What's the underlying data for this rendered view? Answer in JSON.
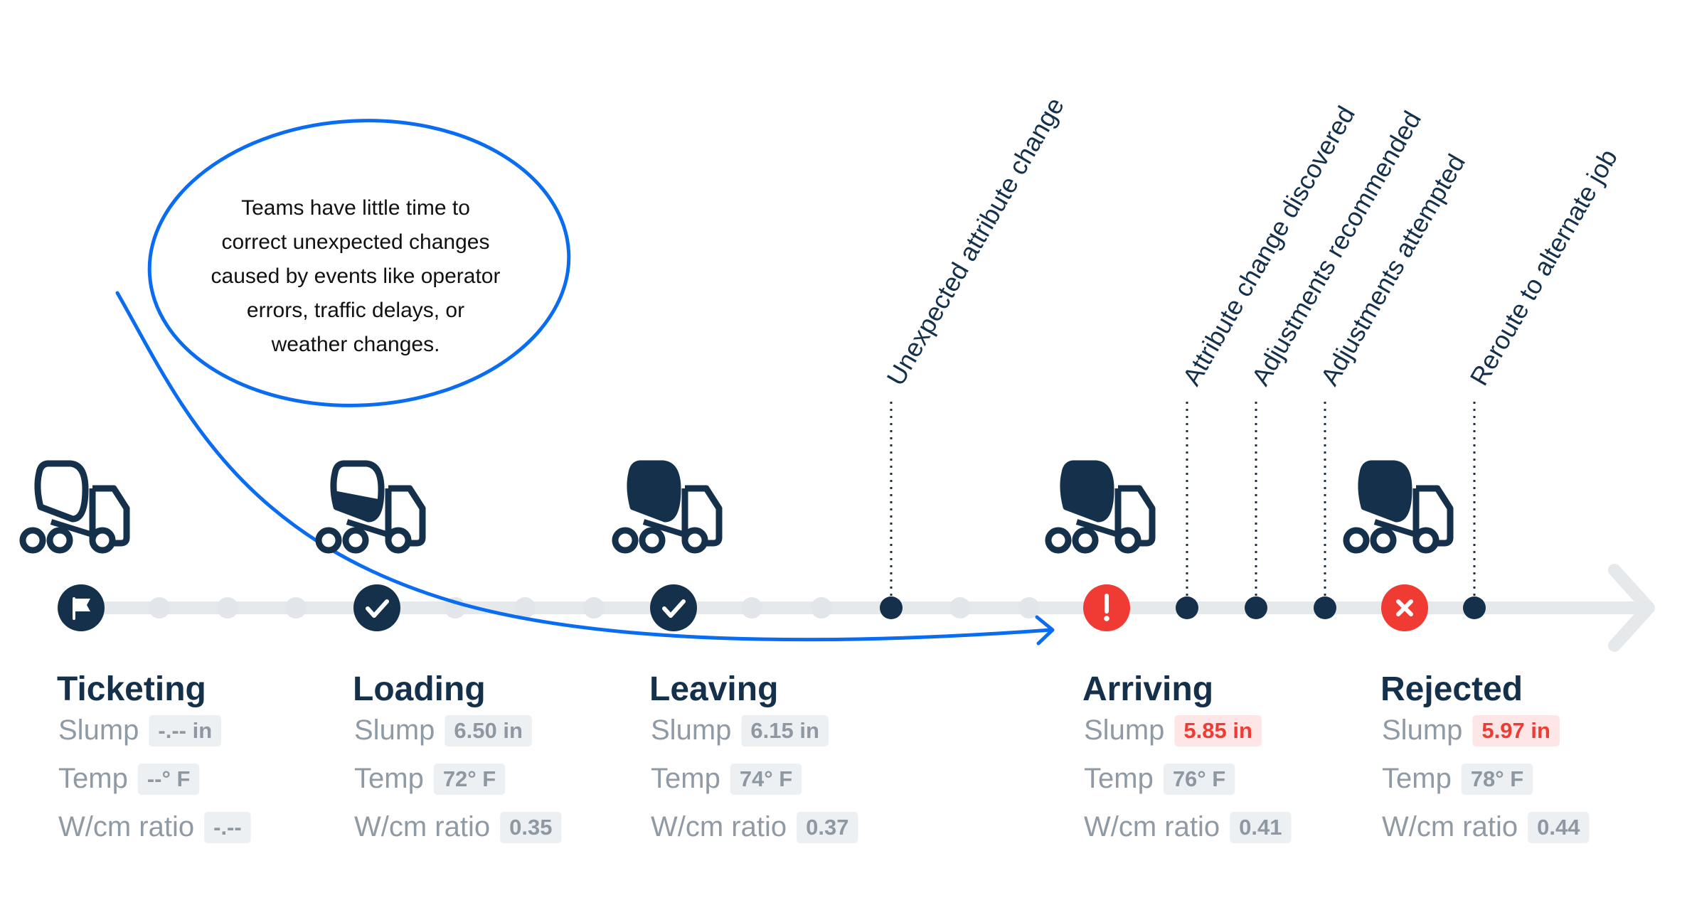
{
  "colors": {
    "navy": "#14304a",
    "track": "#e6e9ec",
    "dot": "#e2e6ea",
    "accent_blue": "#0a6cf0",
    "alert_red": "#ef3b33",
    "alert_bg": "#fde6e5",
    "badge_bg": "#edf0f2",
    "label_gray": "#8f9aa5"
  },
  "callout": {
    "lines": [
      "Teams have little time to",
      "correct unexpected changes",
      "caused by events like operator",
      "errors, traffic delays, or",
      "weather changes."
    ]
  },
  "stages": [
    {
      "title": "Ticketing",
      "marker": "flag-icon",
      "truck_fill": "empty",
      "attributes": [
        {
          "label": "Slump",
          "value": "-.-- in",
          "alert": false
        },
        {
          "label": "Temp",
          "value": "--° F",
          "alert": false
        },
        {
          "label": "W/cm ratio",
          "value": "-.--",
          "alert": false
        }
      ]
    },
    {
      "title": "Loading",
      "marker": "check-icon",
      "truck_fill": "partial",
      "attributes": [
        {
          "label": "Slump",
          "value": "6.50 in",
          "alert": false
        },
        {
          "label": "Temp",
          "value": "72° F",
          "alert": false
        },
        {
          "label": "W/cm ratio",
          "value": "0.35",
          "alert": false
        }
      ]
    },
    {
      "title": "Leaving",
      "marker": "check-icon",
      "truck_fill": "full",
      "attributes": [
        {
          "label": "Slump",
          "value": "6.15 in",
          "alert": false
        },
        {
          "label": "Temp",
          "value": "74° F",
          "alert": false
        },
        {
          "label": "W/cm ratio",
          "value": "0.37",
          "alert": false
        }
      ]
    },
    {
      "title": "Arriving",
      "marker": "exclamation-icon",
      "truck_fill": "full",
      "attributes": [
        {
          "label": "Slump",
          "value": "5.85 in",
          "alert": true
        },
        {
          "label": "Temp",
          "value": "76° F",
          "alert": false
        },
        {
          "label": "W/cm ratio",
          "value": "0.41",
          "alert": false
        }
      ]
    },
    {
      "title": "Rejected",
      "marker": "x-icon",
      "truck_fill": "full",
      "attributes": [
        {
          "label": "Slump",
          "value": "5.97 in",
          "alert": true
        },
        {
          "label": "Temp",
          "value": "78° F",
          "alert": false
        },
        {
          "label": "W/cm ratio",
          "value": "0.44",
          "alert": false
        }
      ]
    }
  ],
  "events": [
    {
      "label": "Unexpected attribute change"
    },
    {
      "label": "Attribute change discovered"
    },
    {
      "label": "Adjustments recommended"
    },
    {
      "label": "Adjustments attempted"
    },
    {
      "label": "Reroute to alternate job"
    }
  ]
}
